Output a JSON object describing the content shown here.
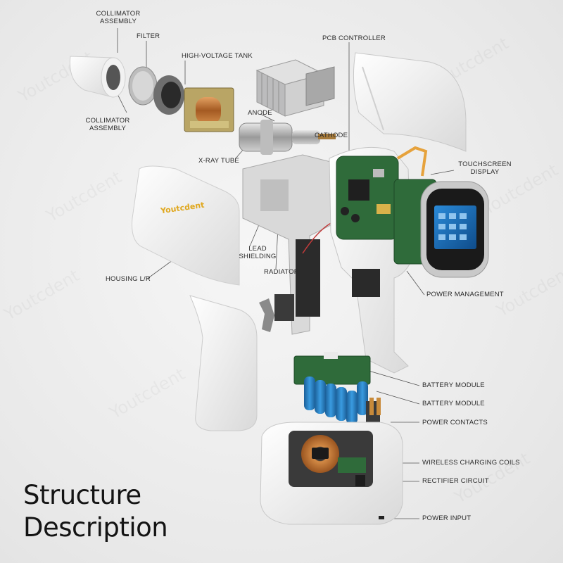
{
  "watermark": "Youtcdent",
  "brand_logo": "Youtcdent",
  "heading": {
    "line1": "Structure",
    "line2": "Description"
  },
  "labels": {
    "collimator_assembly_top": "COLLIMATOR ASSEMBLY",
    "filter": "FILTER",
    "high_voltage_tank": "HIGH-VOLTAGE TANK",
    "collimator_assembly_left": "COLLIMATOR ASSEMBLY",
    "anode": "ANODE",
    "cathode": "CATHODE",
    "xray_tube": "X-RAY TUBE",
    "pcb_controller": "PCB CONTROLLER",
    "touchscreen_display": "TOUCHSCREEN DISPLAY",
    "lead_shielding": "LEAD SHIELDING",
    "radiator": "RADIATOR",
    "housing_lr": "HOUSING L/R",
    "power_management": "POWER MANAGEMENT",
    "battery_module_1": "BATTERY MODULE",
    "battery_module_2": "BATTERY MODULE",
    "power_contacts": "POWER CONTACTS",
    "wireless_charging_coils": "WIRELESS CHARGING COILS",
    "rectifier_circuit": "RECTIFIER CIRCUIT",
    "power_input": "POWER INPUT"
  },
  "colors": {
    "housing": "#f7f7f7",
    "pcb": "#2f6b3a",
    "battery": "#2a7fc1",
    "copper": "#c27a3a",
    "screen": "#1d6fb8",
    "brand": "#e0a81f"
  }
}
